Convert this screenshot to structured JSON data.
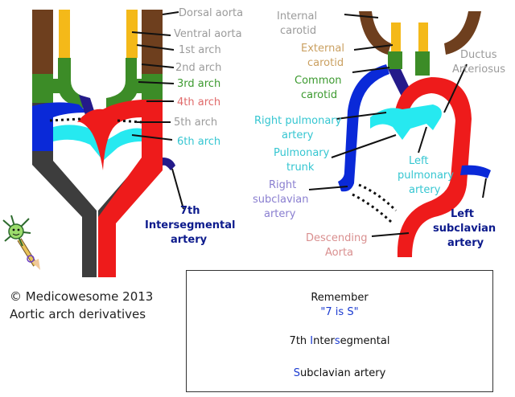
{
  "left_labels": {
    "dorsal_aorta": "Dorsal aorta",
    "ventral_aorta": "Ventral aorta",
    "arch1": "1st arch",
    "arch2": "2nd arch",
    "arch3": "3rd arch",
    "arch4": "4th arch",
    "arch5": "5th arch",
    "arch6": "6th arch",
    "seg_line1": "7th",
    "seg_line2": "Intersegmental",
    "seg_line3": "artery"
  },
  "right_labels": {
    "internal_carotid_1": "Internal",
    "internal_carotid_2": "carotid",
    "external_carotid_1": "External",
    "external_carotid_2": "carotid",
    "common_carotid_1": "Common",
    "common_carotid_2": "carotid",
    "ductus_1": "Ductus",
    "ductus_2": "Arteriosus",
    "right_pulm_1": "Right pulmonary",
    "right_pulm_2": "artery",
    "pulm_trunk_1": "Pulmonary",
    "pulm_trunk_2": "trunk",
    "left_pulm_1": "Left",
    "left_pulm_2": "pulmonary",
    "left_pulm_3": "artery",
    "right_subclavian_1": "Right",
    "right_subclavian_2": "subclavian",
    "right_subclavian_3": "artery",
    "left_subclavian_1": "Left",
    "left_subclavian_2": "subclavian",
    "left_subclavian_3": "artery",
    "desc_aorta_1": "Descending",
    "desc_aorta_2": "Aorta"
  },
  "credits": {
    "line1": "© Medicowesome 2013",
    "line2": "Aortic arch derivatives"
  },
  "remember": {
    "title": "Remember",
    "quote": "\"7 is S\"",
    "line1_pre": "7th ",
    "line1_i": "I",
    "line1_mid": "nter",
    "line1_s": "s",
    "line1_post": "egmental",
    "line2_s": "S",
    "line2_post": "ubclavian artery"
  },
  "colors": {
    "brown": "#6e3f1e",
    "yellow": "#f4b919",
    "green": "#3c8c27",
    "red": "#ee1b1b",
    "blue": "#0a29d8",
    "navy": "#241a8a",
    "cyan": "#26e9f0",
    "gray": "#3d3d3d"
  },
  "icons": {
    "mascot": "neuron-pencil-icon"
  }
}
